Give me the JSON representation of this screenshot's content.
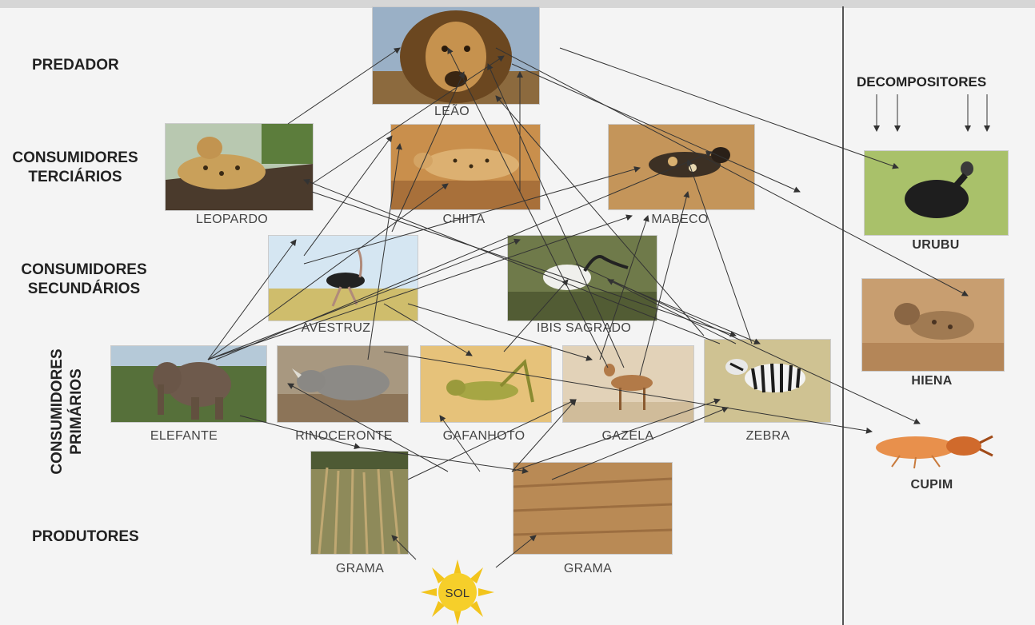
{
  "levels": {
    "predator": "PREDADOR",
    "tertiary_1": "CONSUMIDORES",
    "tertiary_2": "TERCIÁRIOS",
    "secondary_1": "CONSUMIDORES",
    "secondary_2": "SECUNDÁRIOS",
    "primary_1": "CONSUMIDORES",
    "primary_2": "PRIMÁRIOS",
    "producers": "PRODUTORES",
    "decomposers": "DECOMPOSITORES"
  },
  "organisms": {
    "lion": "LEÃO",
    "leopard": "LEOPARDO",
    "cheetah": "CHIITA",
    "wild_dog": "MABECO",
    "ostrich": "AVESTRUZ",
    "ibis": "IBIS SAGRADO",
    "elephant": "ELEFANTE",
    "rhino": "RINOCERONTE",
    "grasshopper": "GAFANHOTO",
    "gazelle": "GAZELA",
    "zebra": "ZEBRA",
    "grass1": "GRAMA",
    "grass2": "GRAMA",
    "sun": "SOL",
    "vulture": "URUBU",
    "hyena": "HIENA",
    "termite": "CUPIM"
  },
  "colors": {
    "arrow": "#333333",
    "sun": "#f2c41c",
    "divider": "#555555"
  }
}
